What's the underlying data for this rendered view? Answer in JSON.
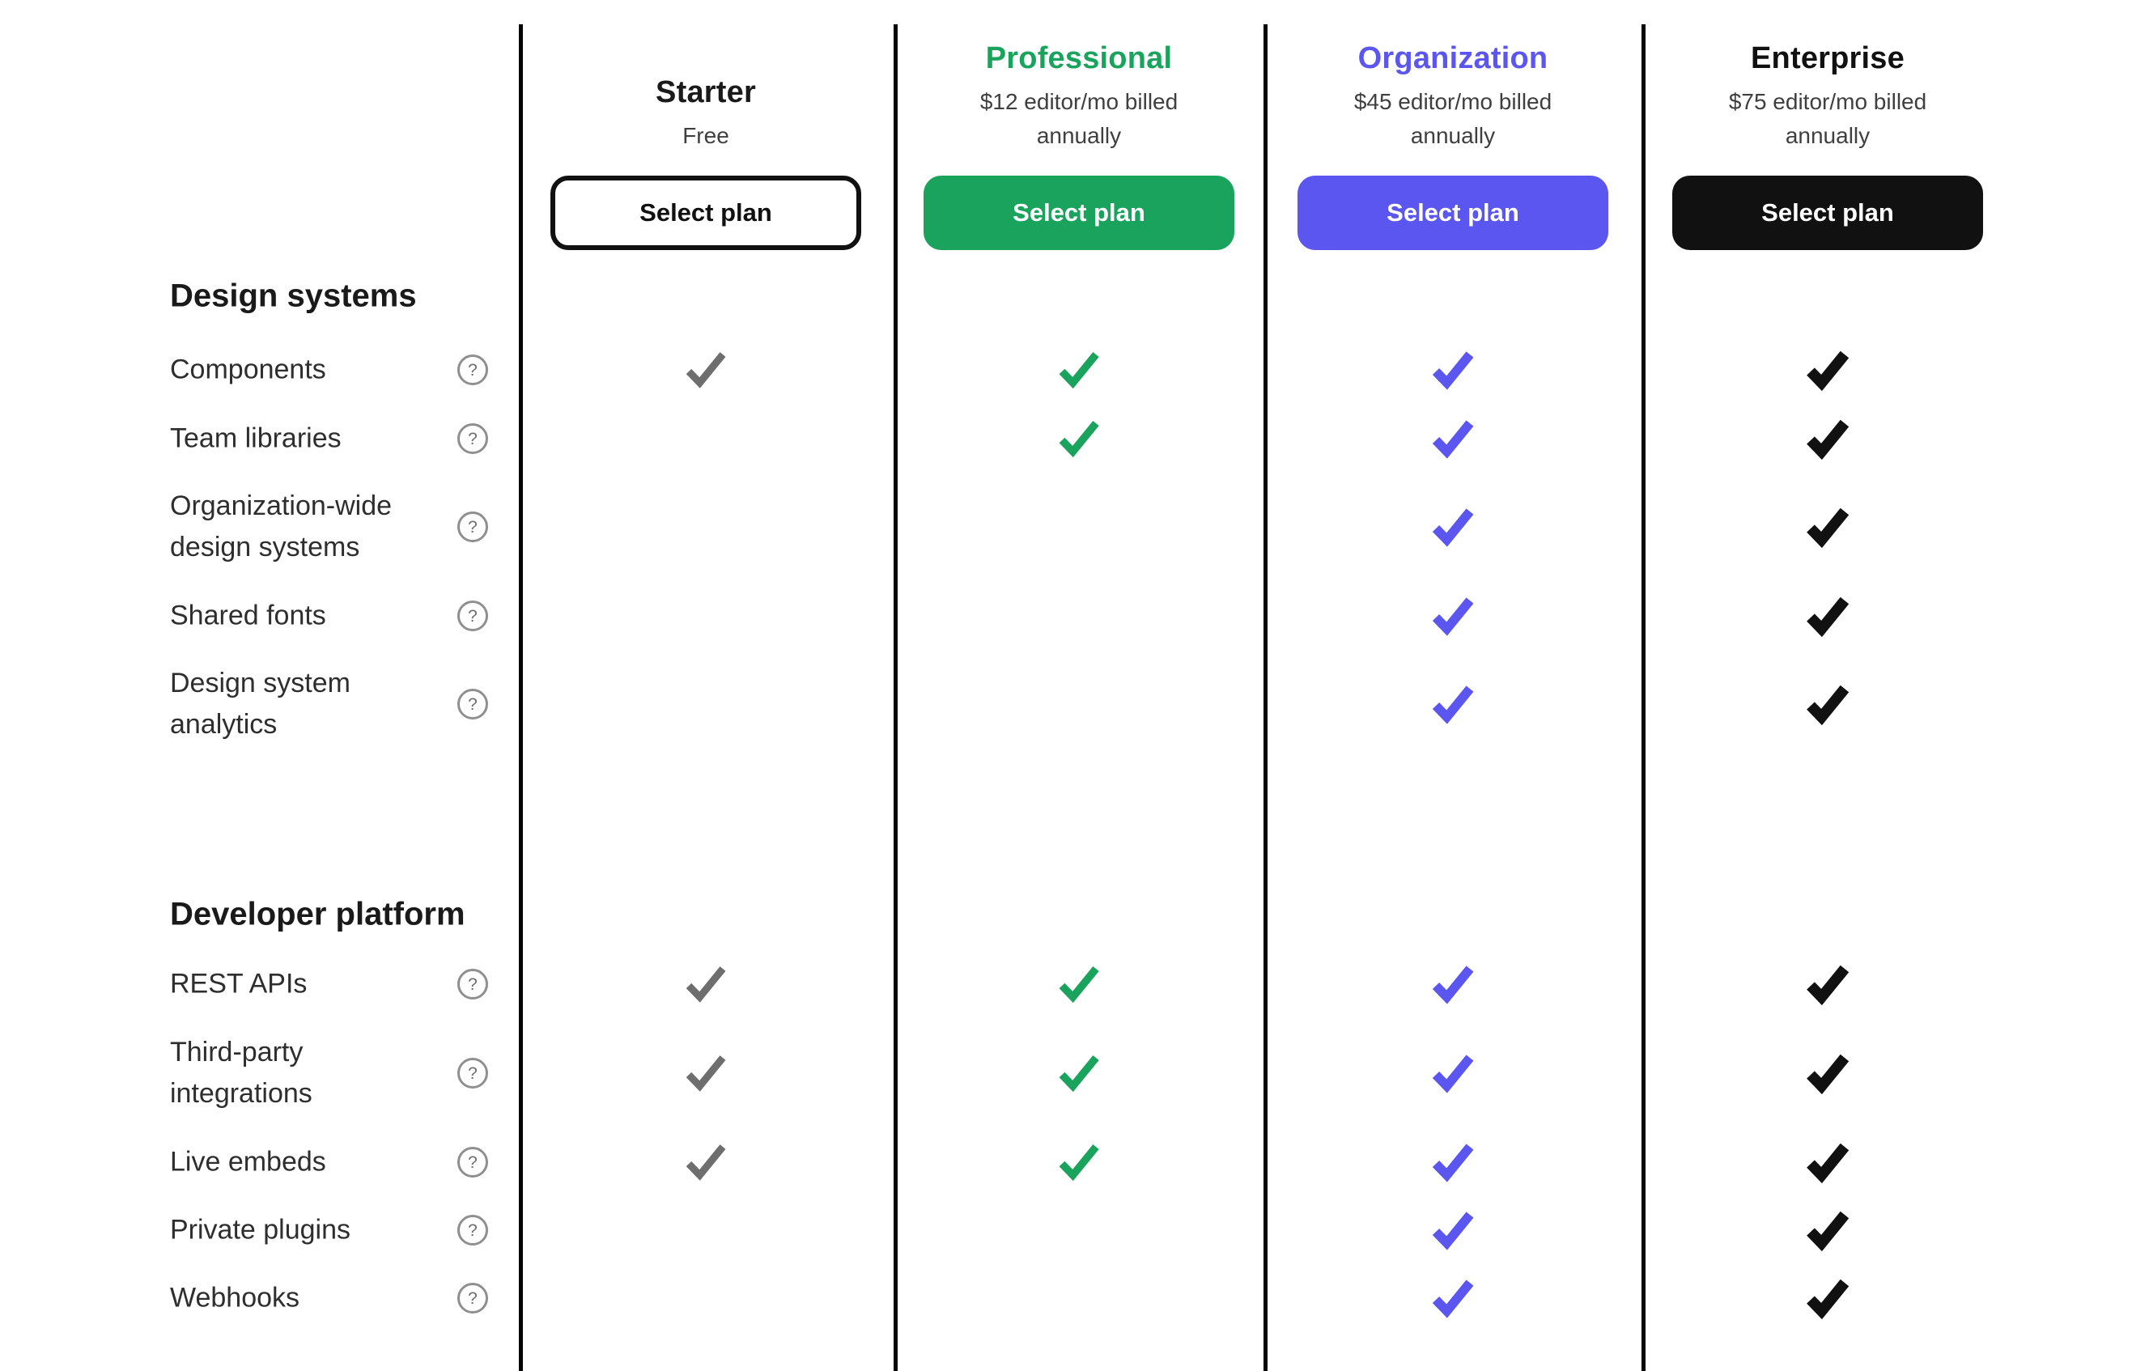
{
  "plans": [
    {
      "name": "Starter",
      "price": "Free",
      "button_label": "Select plan",
      "name_color": "#1a1a1a",
      "button_bg": "#ffffff",
      "button_text": "#111111",
      "button_border": "#111111",
      "check_color": "#6e6e6e"
    },
    {
      "name": "Professional",
      "price": "$12 editor/mo billed annually",
      "button_label": "Select plan",
      "name_color": "#1aa35c",
      "button_bg": "#1aa35c",
      "button_text": "#ffffff",
      "button_border": "",
      "check_color": "#1aa35c"
    },
    {
      "name": "Organization",
      "price": "$45 editor/mo billed annually",
      "button_label": "Select plan",
      "name_color": "#5b56f0",
      "button_bg": "#5b56f0",
      "button_text": "#ffffff",
      "button_border": "",
      "check_color": "#5b56f0"
    },
    {
      "name": "Enterprise",
      "price": "$75 editor/mo billed annually",
      "button_label": "Select plan",
      "name_color": "#111111",
      "button_bg": "#111111",
      "button_text": "#ffffff",
      "button_border": "",
      "check_color": "#111111"
    }
  ],
  "sections": [
    {
      "title": "Design systems",
      "rows": [
        {
          "label": "Components",
          "checks": [
            true,
            true,
            true,
            true
          ]
        },
        {
          "label": "Team libraries",
          "checks": [
            false,
            true,
            true,
            true
          ]
        },
        {
          "label": "Organization-wide design systems",
          "checks": [
            false,
            false,
            true,
            true
          ]
        },
        {
          "label": "Shared fonts",
          "checks": [
            false,
            false,
            true,
            true
          ]
        },
        {
          "label": "Design system analytics",
          "checks": [
            false,
            false,
            true,
            true
          ]
        }
      ]
    },
    {
      "title": "Developer platform",
      "rows": [
        {
          "label": "REST APIs",
          "checks": [
            true,
            true,
            true,
            true
          ]
        },
        {
          "label": "Third-party integrations",
          "checks": [
            true,
            true,
            true,
            true
          ]
        },
        {
          "label": "Live embeds",
          "checks": [
            true,
            true,
            true,
            true
          ]
        },
        {
          "label": "Private plugins",
          "checks": [
            false,
            false,
            true,
            true
          ]
        },
        {
          "label": "Webhooks",
          "checks": [
            false,
            false,
            true,
            true
          ]
        }
      ]
    }
  ],
  "help_icon_glyph": "?"
}
